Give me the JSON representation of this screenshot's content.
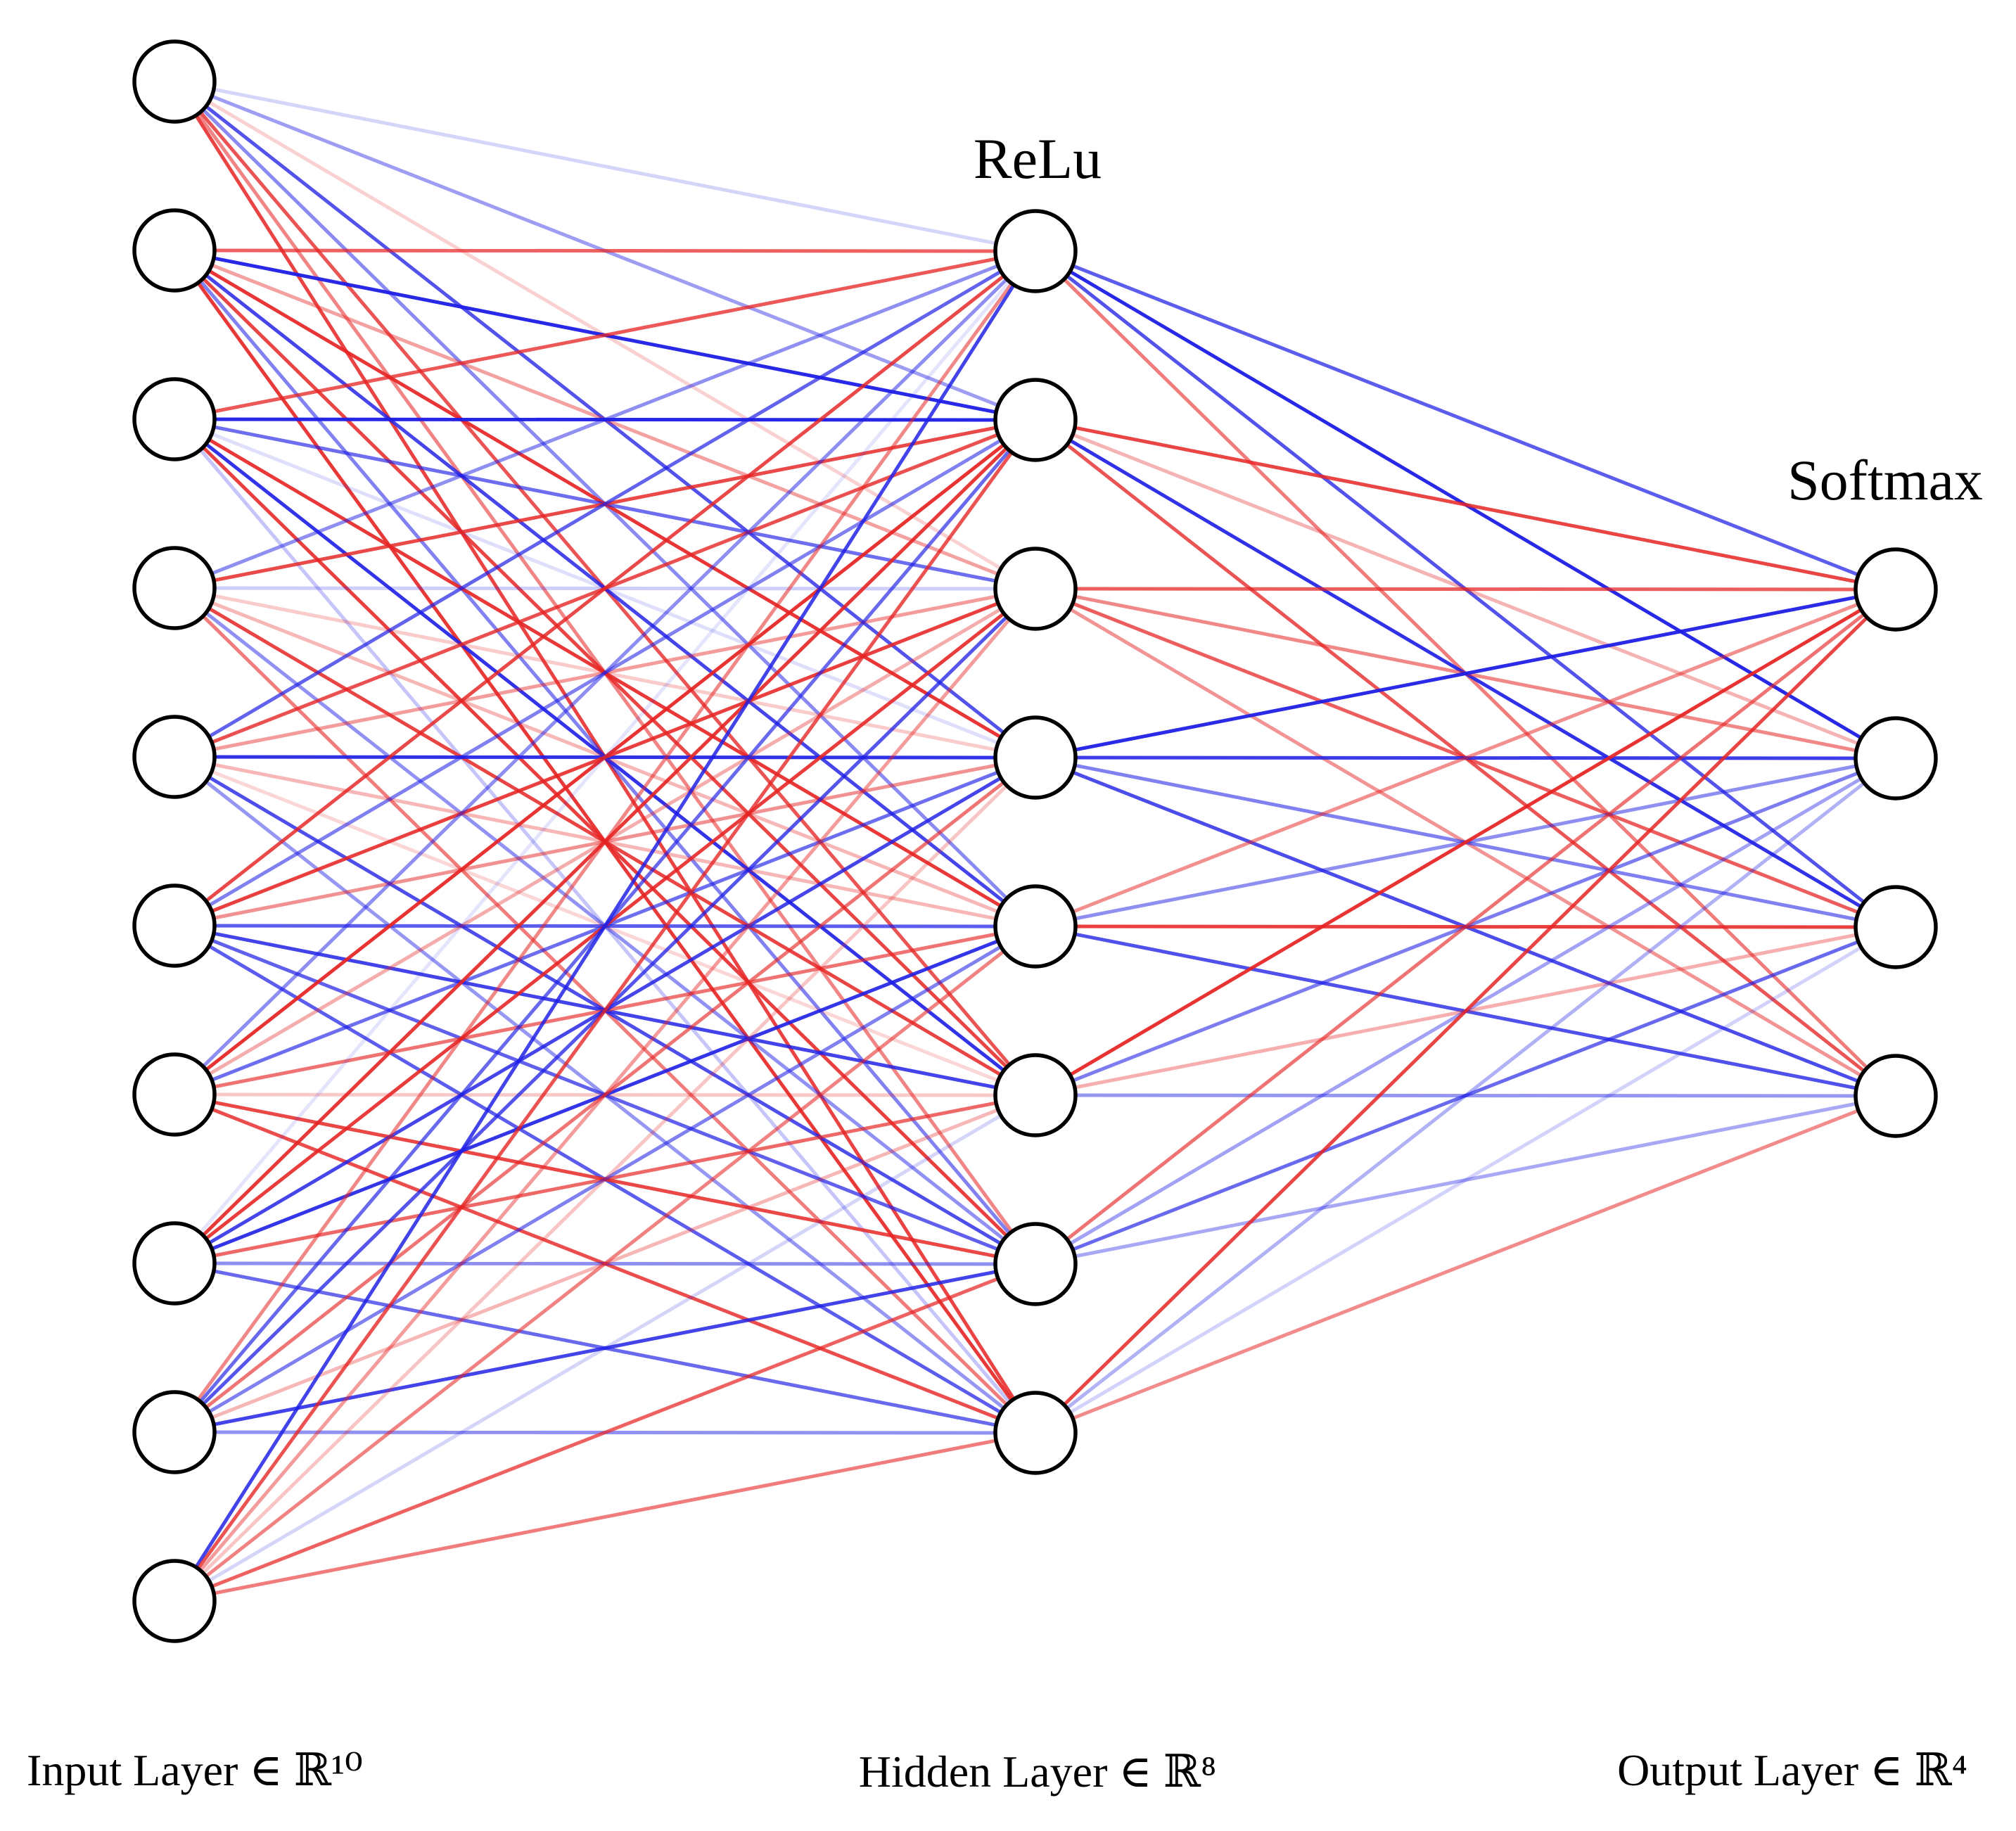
{
  "diagram": {
    "type": "neural-network",
    "layers": [
      {
        "name": "input",
        "label": "Input Layer ∈ ℝ¹⁰",
        "size": 10,
        "activation": ""
      },
      {
        "name": "hidden",
        "label": "Hidden Layer ∈ ℝ⁸",
        "size": 8,
        "activation": "ReLu"
      },
      {
        "name": "output",
        "label": "Output Layer ∈ ℝ⁴",
        "size": 4,
        "activation": "Softmax"
      }
    ],
    "colors": {
      "positive": "#1f1fe6",
      "negative": "#e62424",
      "neuron_fill": "#ffffff",
      "neuron_stroke": "#000000"
    }
  }
}
